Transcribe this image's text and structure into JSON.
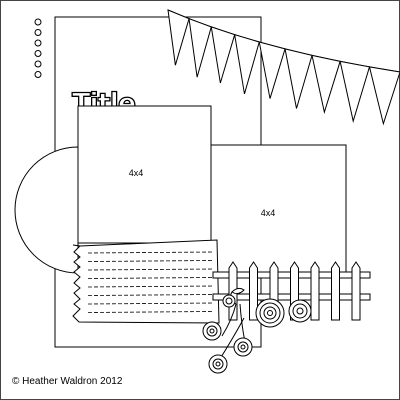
{
  "sketch": {
    "title_text": "Title",
    "photo_left_label": "4x4",
    "photo_right_label": "4x4",
    "credit": "© Heather Waldron  2012",
    "banner_flag_count": 9,
    "fence_picket_count": 7,
    "side_dot_count": 6,
    "notecard_line_count": 8,
    "colors": {
      "stroke": "#000000",
      "background": "#ffffff"
    },
    "icons": [
      "dot-icon",
      "pennant-flag-icon",
      "rosette-flower-icon",
      "fence-icon"
    ]
  }
}
